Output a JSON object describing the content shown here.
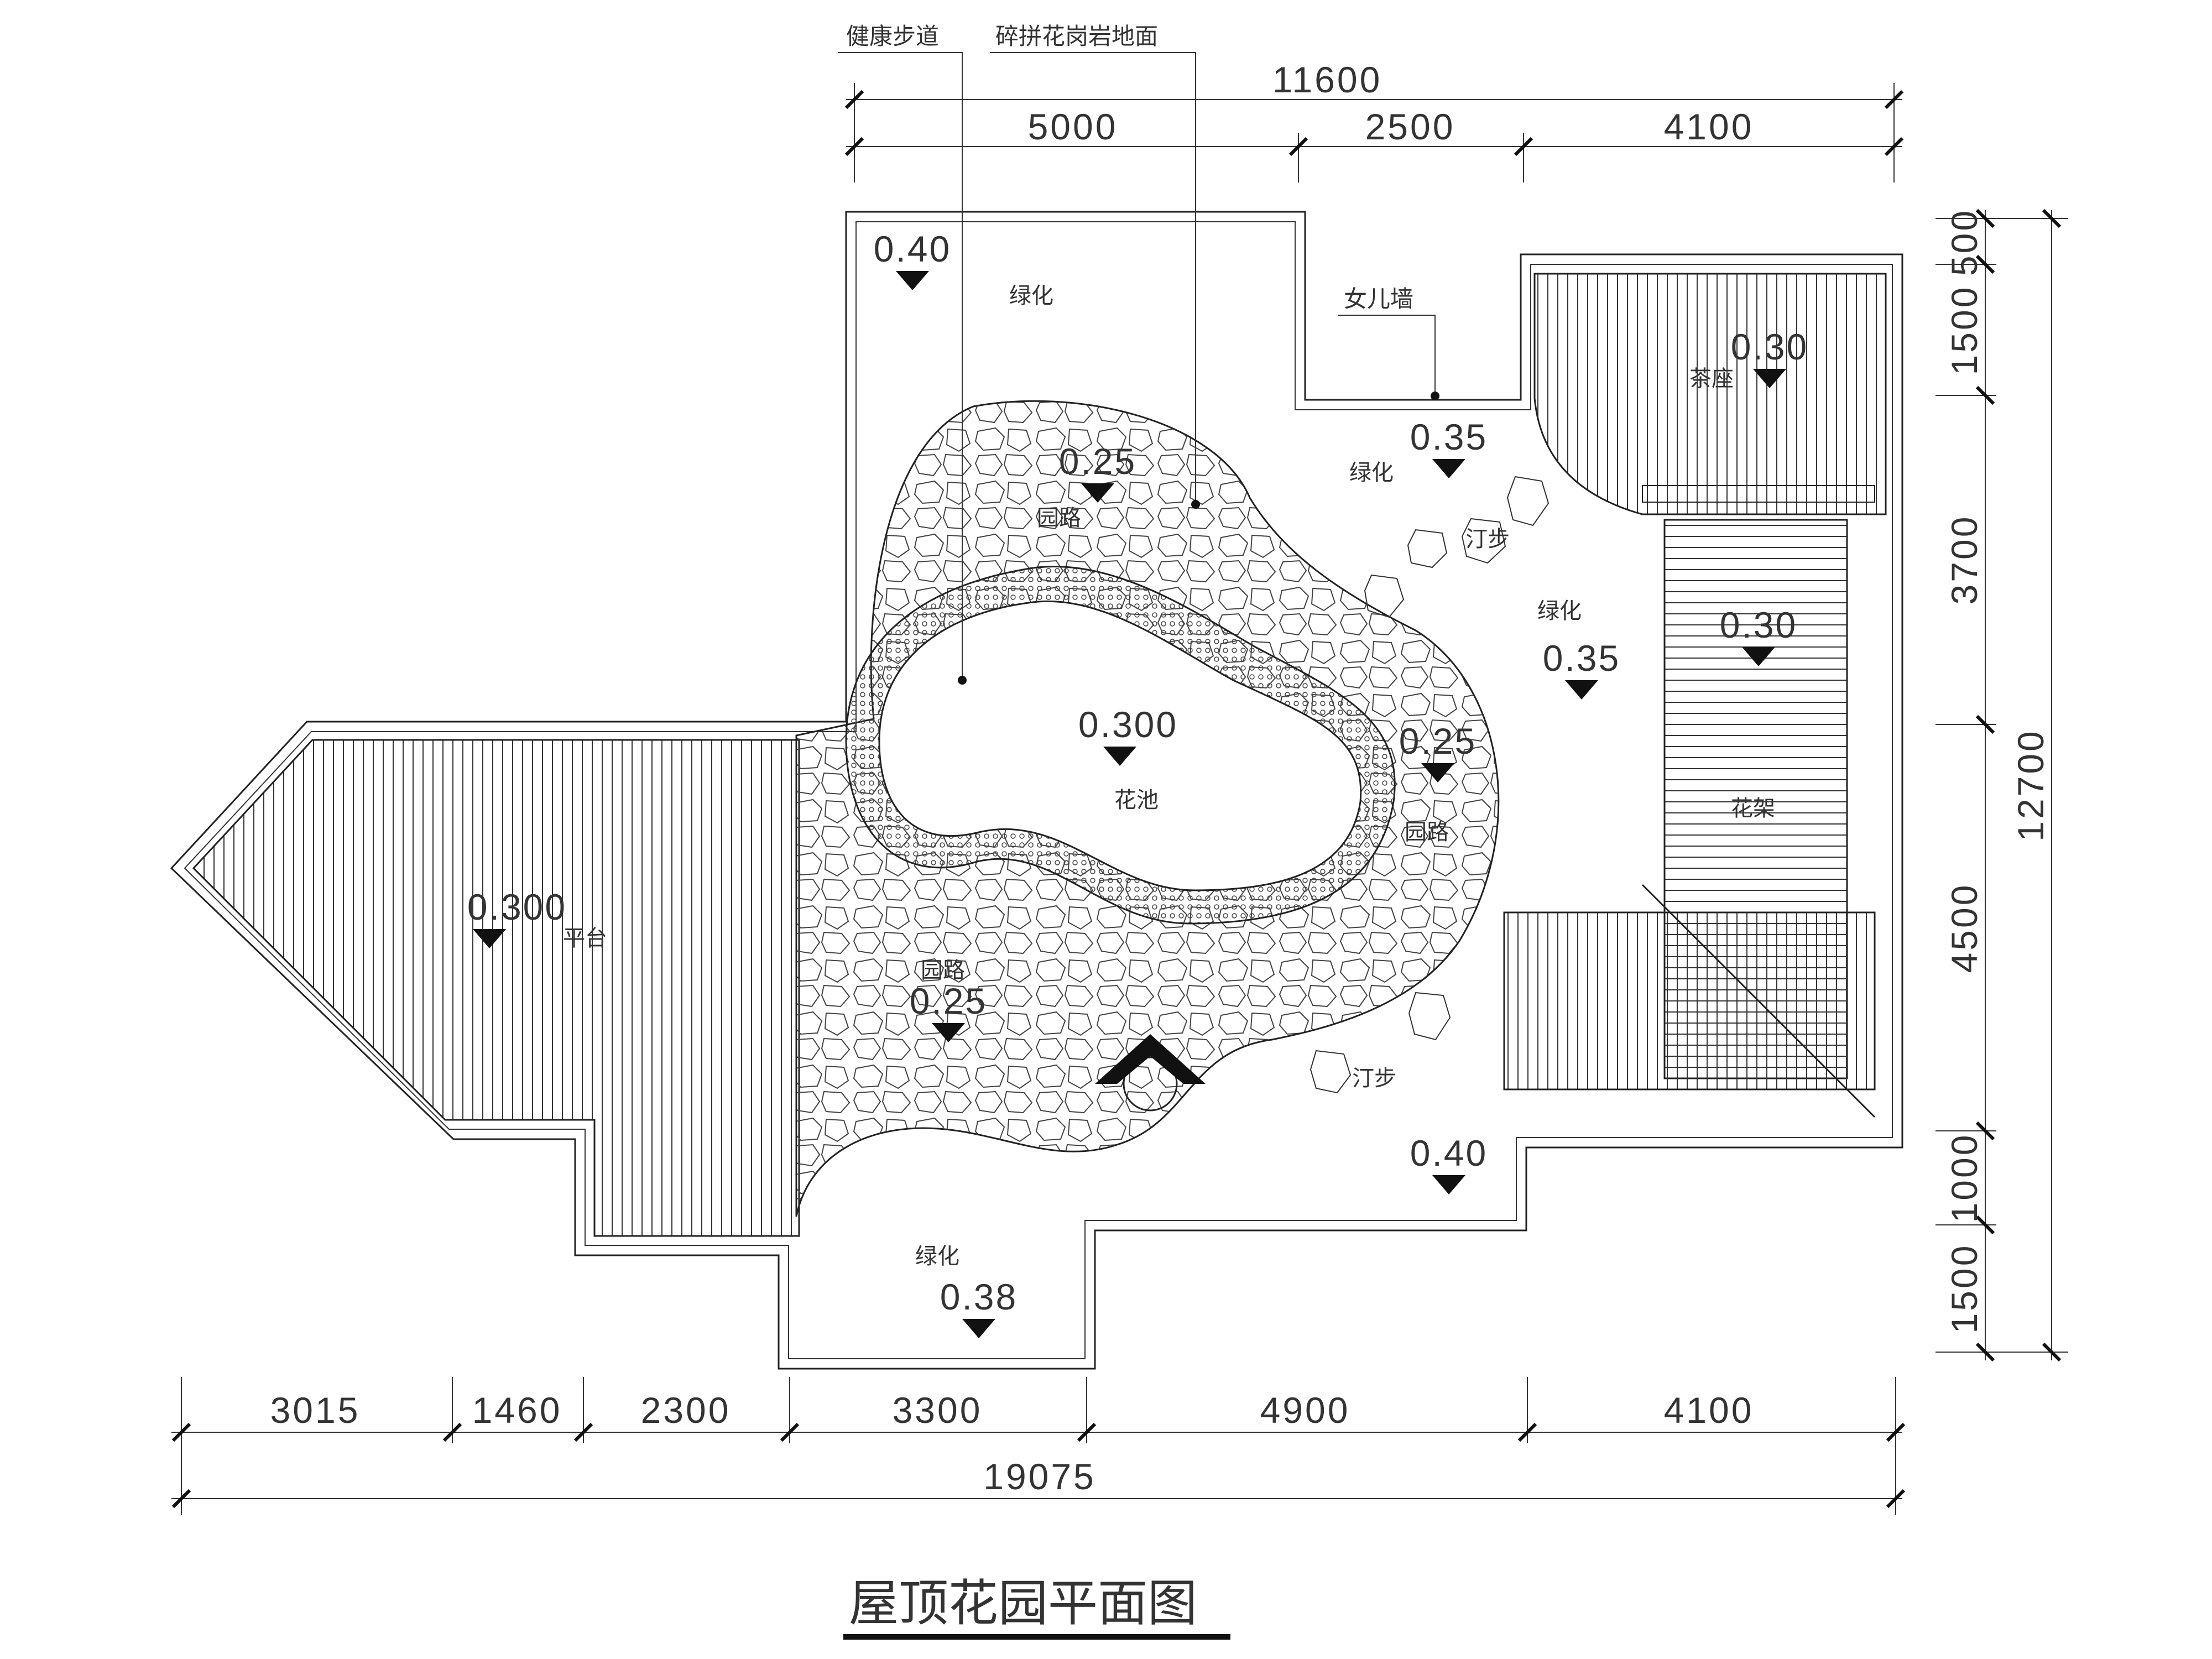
{
  "title": "屋顶花园平面图",
  "callouts": {
    "fitness_path": "健康步道",
    "granite_paving": "碎拼花岗岩地面",
    "parapet": "女儿墙"
  },
  "dims_top_total": "11600",
  "dims_top": [
    "5000",
    "2500",
    "4100"
  ],
  "dims_bottom": [
    "3015",
    "1460",
    "2300",
    "3300",
    "4900",
    "4100"
  ],
  "dims_bottom_total": "19075",
  "dims_right": [
    "500",
    "1500",
    "3700",
    "4500",
    "1000",
    "1500"
  ],
  "dims_right_total": "12700",
  "elevations": [
    {
      "id": "nw-green",
      "value": "0.40"
    },
    {
      "id": "tea",
      "value": "0.30"
    },
    {
      "id": "mid-green",
      "value": "0.35"
    },
    {
      "id": "path-top",
      "value": "0.25"
    },
    {
      "id": "pergola",
      "value": "0.30"
    },
    {
      "id": "east-green",
      "value": "0.35"
    },
    {
      "id": "pond",
      "value": "0.300"
    },
    {
      "id": "path-right",
      "value": "0.25"
    },
    {
      "id": "terrace",
      "value": "0.300"
    },
    {
      "id": "path-low",
      "value": "0.25"
    },
    {
      "id": "south-green",
      "value": "0.40"
    },
    {
      "id": "bottom-green",
      "value": "0.38"
    }
  ],
  "labels": {
    "green_nw": "绿化",
    "green_mid": "绿化",
    "green_east": "绿化",
    "green_bottom": "绿化",
    "tea_seat": "茶座",
    "path_top": "园路",
    "path_right": "园路",
    "path_low": "园路",
    "flower_pond": "花池",
    "pergola": "花架",
    "terrace": "平台",
    "stepping_stones_top": "汀步",
    "stepping_stones_bottom": "汀步"
  },
  "colors": {
    "line": "#222222",
    "paper": "#ffffff"
  }
}
